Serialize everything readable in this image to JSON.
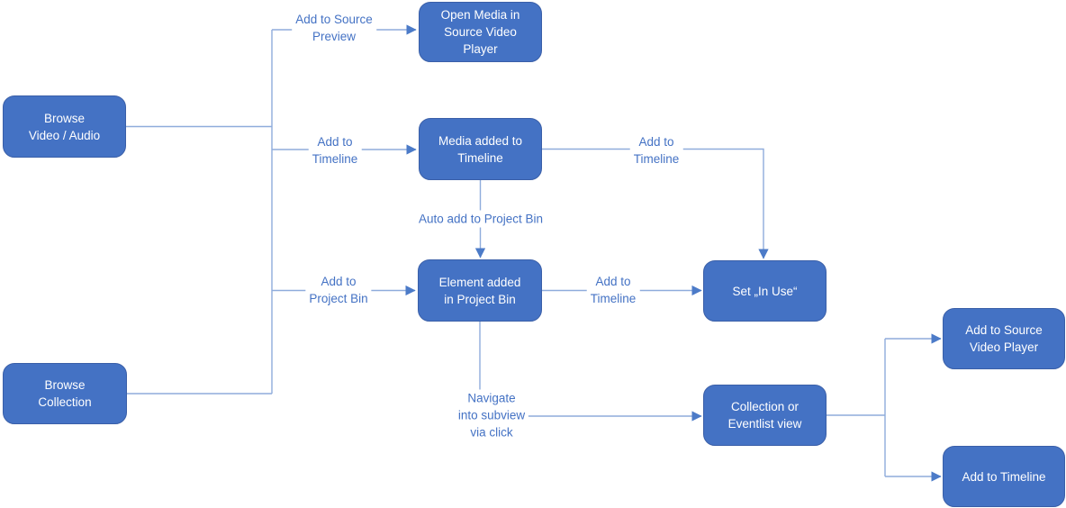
{
  "diagram": {
    "colors": {
      "node_fill": "#4472C4",
      "node_border": "#3a5fa8",
      "node_text": "#ffffff",
      "connector_line": "#8facdc",
      "arrowhead": "#4c7bc8",
      "edge_label_text": "#4472C4",
      "background": "#ffffff"
    },
    "nodes": {
      "browse_video": {
        "label": [
          "Browse",
          "Video / Audio"
        ]
      },
      "browse_collection": {
        "label": [
          "Browse",
          "Collection"
        ]
      },
      "open_media": {
        "label": [
          "Open Media in",
          "Source Video",
          "Player"
        ]
      },
      "media_added": {
        "label": [
          "Media added to",
          "Timeline"
        ]
      },
      "element_added": {
        "label": [
          "Element added",
          "in Project Bin"
        ]
      },
      "set_in_use": {
        "label": [
          "Set „In Use“"
        ]
      },
      "collection_view": {
        "label": [
          "Collection or",
          "Eventlist view"
        ]
      },
      "add_source_player": {
        "label": [
          "Add to Source",
          "Video Player"
        ]
      },
      "add_timeline": {
        "label": [
          "Add to Timeline"
        ]
      }
    },
    "edge_labels": {
      "to_source_preview": [
        "Add to Source",
        "Preview"
      ],
      "to_timeline_1": [
        "Add to",
        "Timeline"
      ],
      "to_project_bin": [
        "Add to",
        "Project Bin"
      ],
      "auto_add_project_bin": [
        "Auto add to Project Bin"
      ],
      "to_timeline_2": [
        "Add to",
        "Timeline"
      ],
      "to_timeline_3": [
        "Add to",
        "Timeline"
      ],
      "navigate_subview": [
        "Navigate",
        "into subview",
        "via click"
      ]
    }
  }
}
